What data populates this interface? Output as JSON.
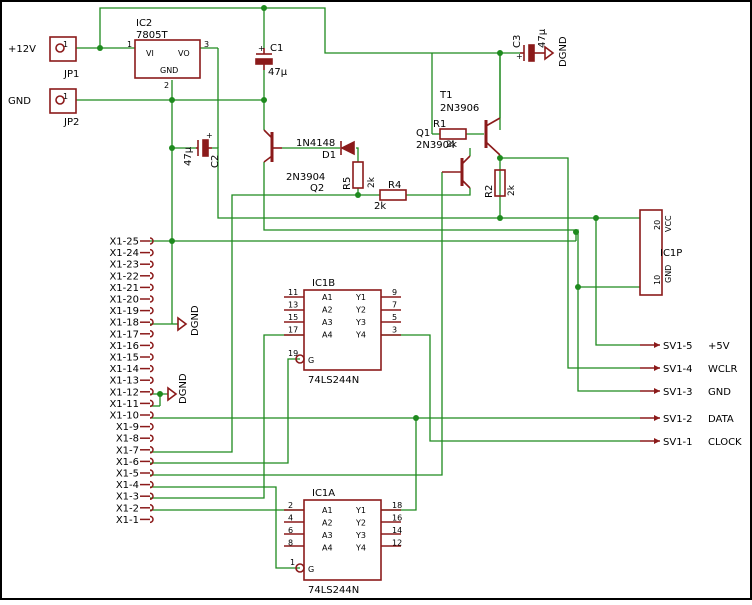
{
  "colors": {
    "wire": "#1e8a1e",
    "part": "#8b1a1a",
    "text": "#000000",
    "frame": "#000000"
  },
  "labels": {
    "jp1_net": "+12V",
    "jp1_name": "JP1",
    "jp2_net": "GND",
    "jp2_name": "JP2",
    "ic2_name": "IC2",
    "ic2_value": "7805T",
    "ic2_vi": "VI",
    "ic2_vo": "VO",
    "ic2_gnd": "GND",
    "ic2_pin1": "1",
    "ic2_pin2": "2",
    "ic2_pin3": "3",
    "c1_name": "C1",
    "c1_value": "47µ",
    "c2_name": "C2",
    "c2_value": "47µ",
    "c3_name": "C3",
    "c3_value": "47µ",
    "d1_name": "D1",
    "d1_value": "1N4148",
    "q2_name": "Q2",
    "q2_value": "2N3904",
    "q1_name": "Q1",
    "q1_value": "2N3904",
    "t1_name": "T1",
    "t1_value": "2N3906",
    "r1_name": "R1",
    "r1_value": "2k",
    "r2_name": "R2",
    "r2_value": "2k",
    "r4_name": "R4",
    "r4_value": "2k",
    "r5_name": "R5",
    "r5_value": "2k",
    "dgnd": "DGND",
    "ic1p_name": "IC1P",
    "ic1p_vcc": "VCC",
    "ic1p_gnd": "GND",
    "ic1p_pin20": "20",
    "ic1p_pin10": "10",
    "ic1b_name": "IC1B",
    "ic1b_value": "74LS244N",
    "ic1a_name": "IC1A",
    "ic1a_value": "74LS244N",
    "buf_in": [
      "A1",
      "A2",
      "A3",
      "A4"
    ],
    "buf_out": [
      "Y1",
      "Y2",
      "Y3",
      "Y4"
    ],
    "buf_g": "G",
    "ic1b_in_pins": [
      "11",
      "13",
      "15",
      "17"
    ],
    "ic1b_out_pins": [
      "9",
      "7",
      "5",
      "3"
    ],
    "ic1b_g_pin": "19",
    "ic1a_in_pins": [
      "2",
      "4",
      "6",
      "8"
    ],
    "ic1a_out_pins": [
      "18",
      "16",
      "14",
      "12"
    ],
    "ic1a_g_pin": "1",
    "x1_pins": [
      "X1-25",
      "X1-24",
      "X1-23",
      "X1-22",
      "X1-21",
      "X1-20",
      "X1-19",
      "X1-18",
      "X1-17",
      "X1-16",
      "X1-15",
      "X1-14",
      "X1-13",
      "X1-12",
      "X1-11",
      "X1-10",
      "X1-9",
      "X1-8",
      "X1-7",
      "X1-6",
      "X1-5",
      "X1-4",
      "X1-3",
      "X1-2",
      "X1-1"
    ],
    "sv1_pins": [
      "SV1-5",
      "SV1-4",
      "SV1-3",
      "SV1-2",
      "SV1-1"
    ],
    "sv1_nets": [
      "+5V",
      "WCLR",
      "GND",
      "DATA",
      "CLOCK"
    ]
  }
}
